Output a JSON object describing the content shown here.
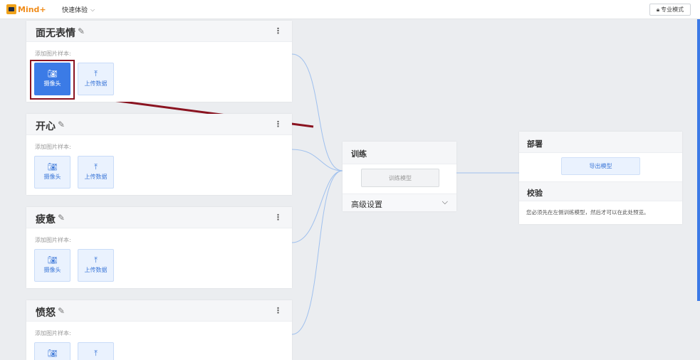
{
  "app": {
    "logo_text": "Mind+",
    "quick_menu": "快速体验",
    "pro_mode": "专业模式"
  },
  "colors": {
    "accent": "#3b7be6",
    "highlight": "#8a1320",
    "logo": "#f08c1a"
  },
  "sample_label": "添加图片样本:",
  "tiles": {
    "camera_label": "摄像头",
    "upload_label": "上传数据",
    "camera_icon": "camera-icon",
    "upload_icon": "upload-icon"
  },
  "classes": [
    {
      "title": "面无表情"
    },
    {
      "title": "开心"
    },
    {
      "title": "疲惫"
    },
    {
      "title": "愤怒"
    }
  ],
  "train": {
    "title": "训练",
    "button": "训练模型",
    "advanced": "高级设置"
  },
  "deploy": {
    "title": "部署",
    "export_button": "导出模型",
    "verify_title": "校验",
    "verify_message": "您必须先在左侧训练模型，然后才可以在此处预览。"
  }
}
